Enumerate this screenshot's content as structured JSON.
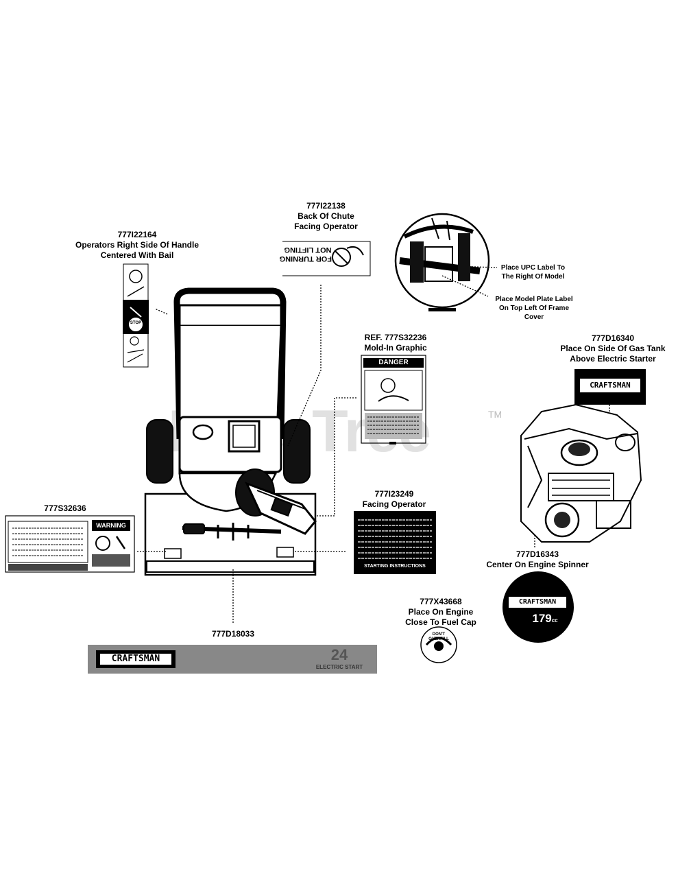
{
  "watermark": {
    "text": "PartsTree",
    "tm": "TM"
  },
  "labels": {
    "l22138": [
      "777I22138",
      "Back Of Chute",
      "Facing Operator"
    ],
    "l22164": [
      "777I22164",
      "Operators Right Side Of Handle",
      "Centered With Bail"
    ],
    "upc": [
      "Place UPC Label To",
      "The Right Of Model"
    ],
    "plate": [
      "Place Model Plate Label",
      "On Top Left Of Frame",
      "Cover"
    ],
    "d16340": [
      "777D16340",
      "Place On Side Of Gas Tank",
      "Above Electric Starter"
    ],
    "s32236": [
      "REF. 777S32236",
      "Mold-In Graphic"
    ],
    "i23249": [
      "777I23249",
      "Facing Operator"
    ],
    "s32636": [
      "777S32636"
    ],
    "d16343": [
      "777D16343",
      "Center On Engine Spinner"
    ],
    "x43668": [
      "777X43668",
      "Place On Engine",
      "Close To Fuel Cap"
    ],
    "d18033": [
      "777D18033"
    ]
  },
  "decals": {
    "chute_decal_text": [
      "FOR TURNING",
      "NOT LIFTING"
    ],
    "handle_decal_stop": "STOP",
    "danger_header": "DANGER",
    "warning_header": "WARNING",
    "starting_title": "STARTING INSTRUCTIONS",
    "brand_plate": "CRAFTSMAN",
    "brand_engine": "CRAFTSMAN",
    "brand_spinner": "CRAFTSMAN",
    "spinner_cc": "179",
    "spinner_cc_unit": "cc",
    "fuel_cap_decal": [
      "DON'T",
      "OVERFILL"
    ],
    "panel_brand": "CRAFTSMAN",
    "panel_number": "24",
    "panel_tag": "ELECTRIC START"
  }
}
